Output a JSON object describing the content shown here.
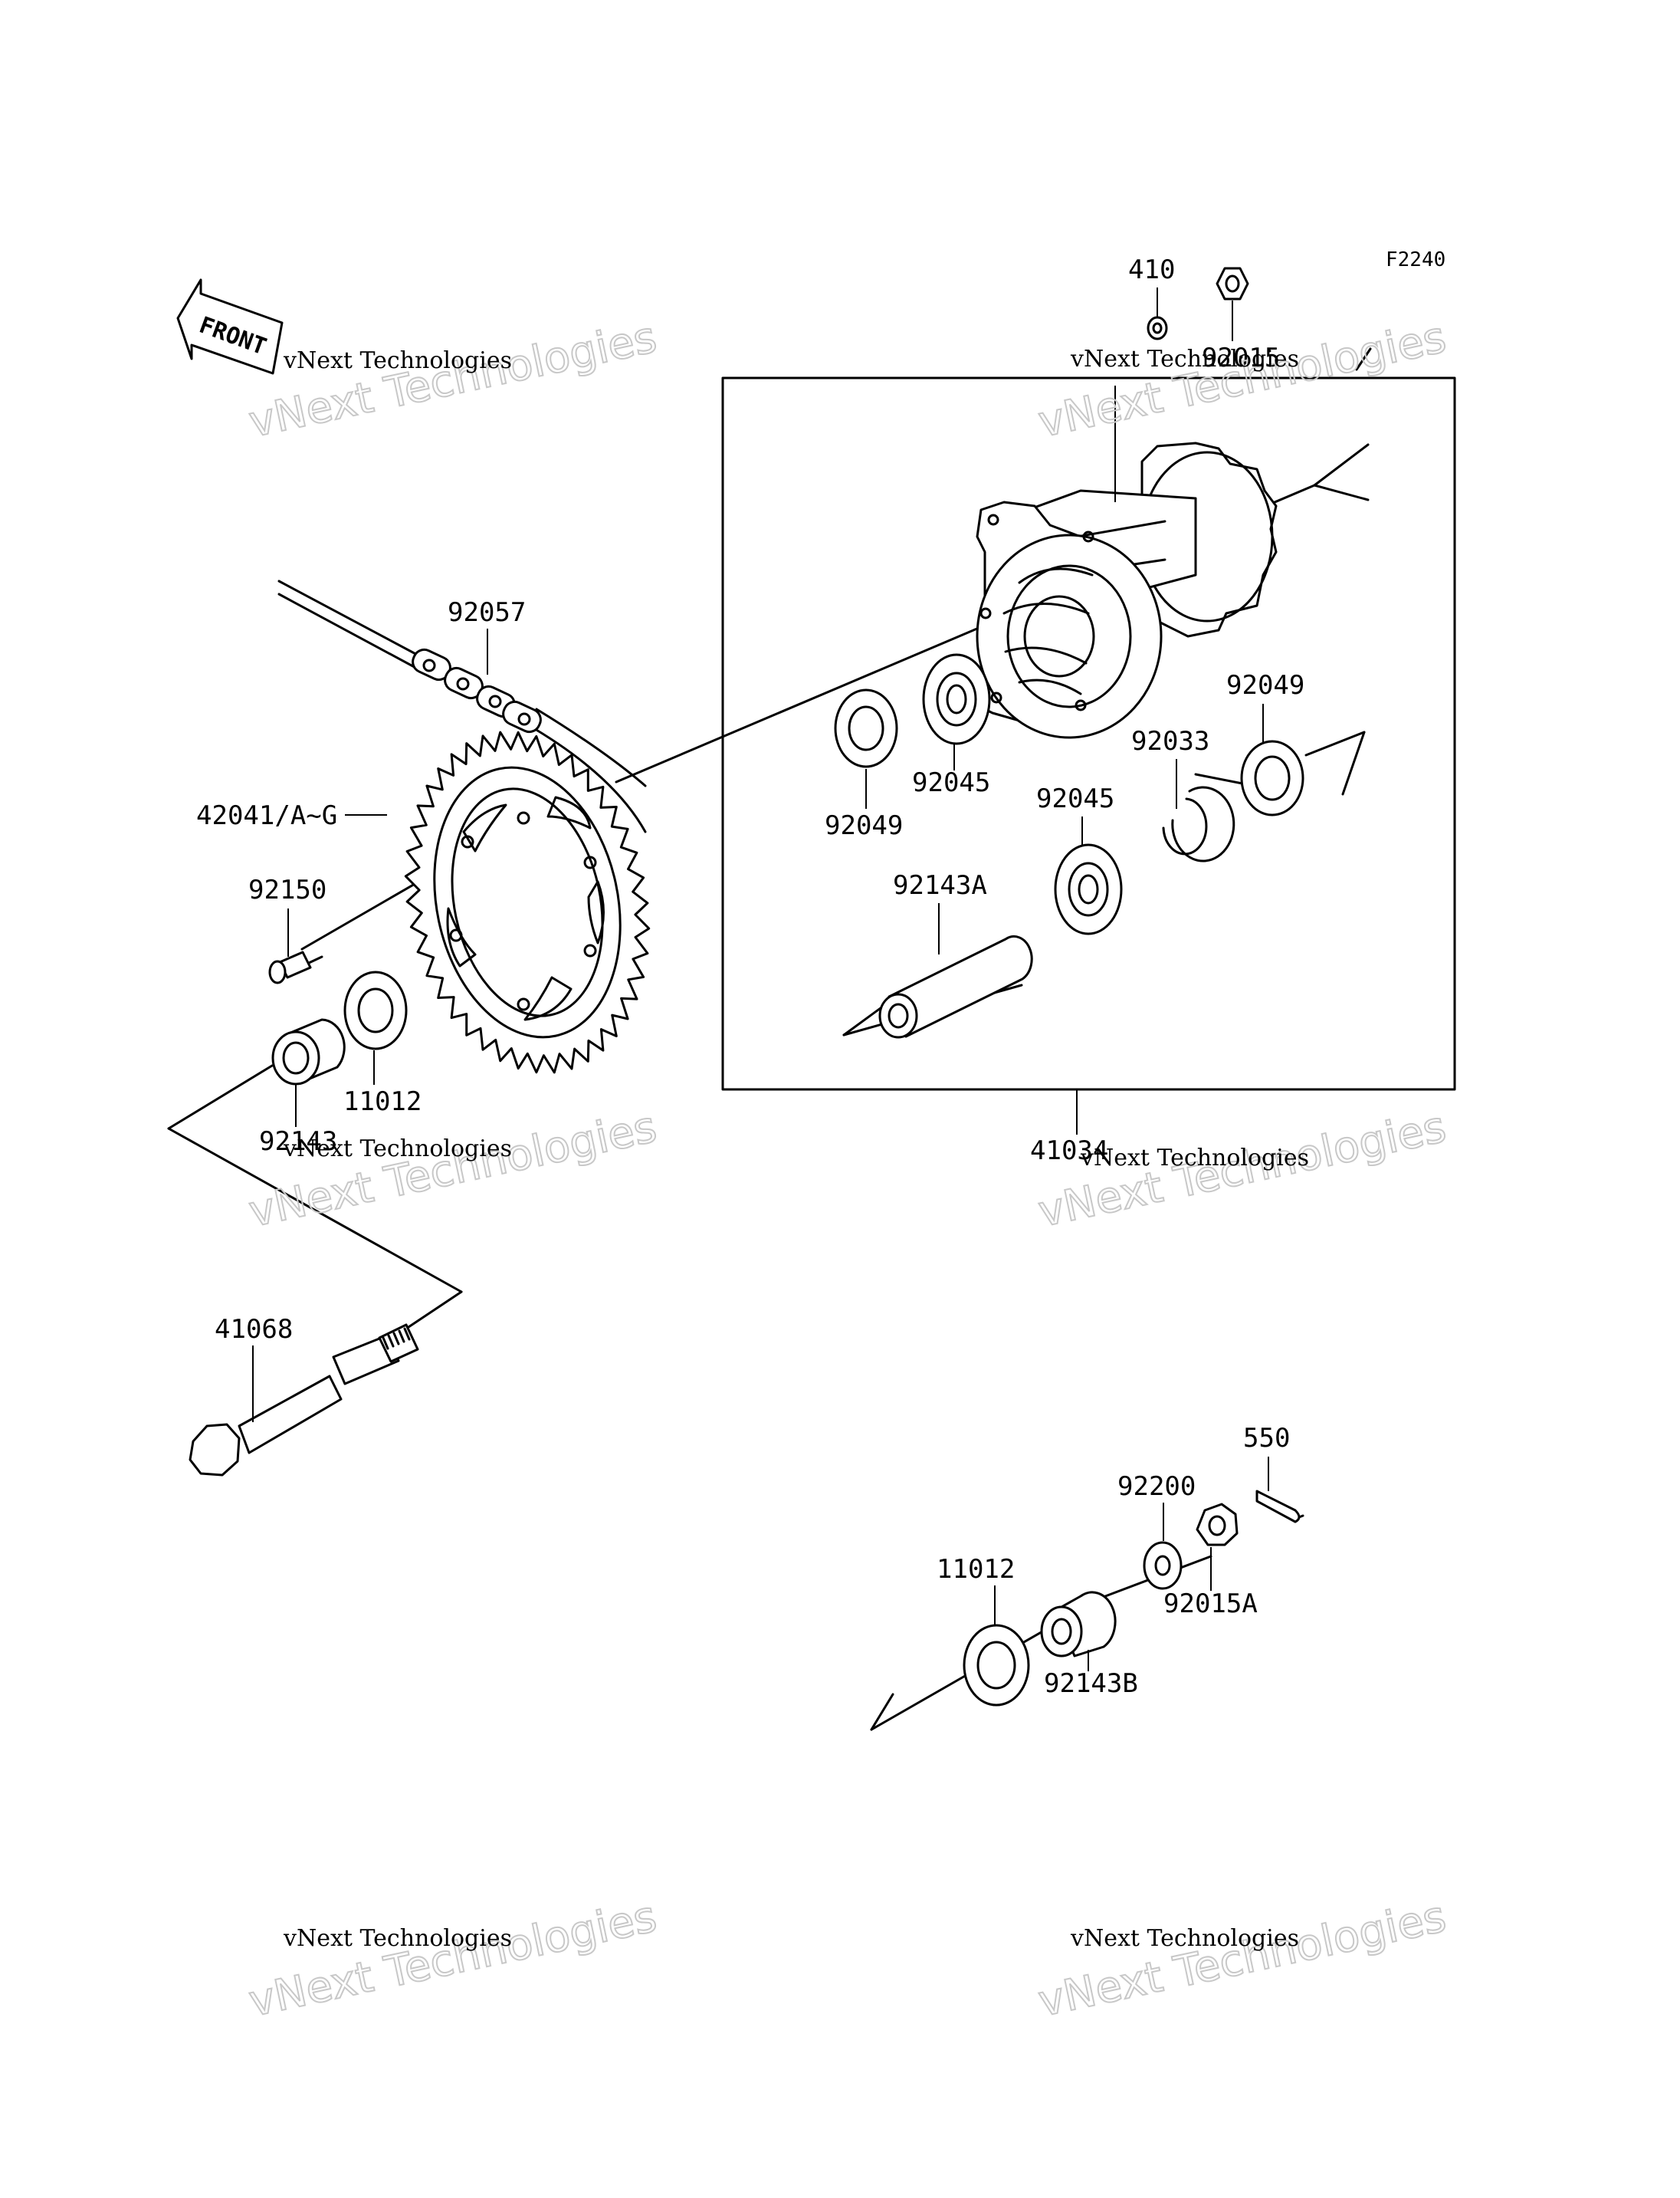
{
  "diagram_code": "F2240",
  "front_arrow_label": "FRONT",
  "watermark": {
    "small": "vNext Technologies",
    "large": "vNext Technologies"
  },
  "labels": {
    "p410": "410",
    "p92015": "92015",
    "p92057": "92057",
    "p92049_right": "92049",
    "p92033": "92033",
    "p92045_upper": "92045",
    "p92049_left": "92049",
    "p92045_lower": "92045",
    "p42041": "42041/A~G",
    "p92150": "92150",
    "p92143A": "92143A",
    "p11012_upper": "11012",
    "p92143": "92143",
    "p41034": "41034",
    "p41068": "41068",
    "p550": "550",
    "p92200": "92200",
    "p11012_lower": "11012",
    "p92015A": "92015A",
    "p92143B": "92143B"
  }
}
